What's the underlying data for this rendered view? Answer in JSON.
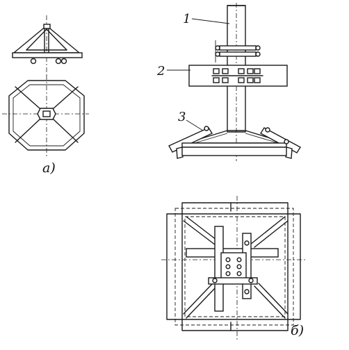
{
  "figure": {
    "panel_a_label": "а)",
    "panel_b_label": "б)",
    "callout_1": "1",
    "callout_2": "2",
    "callout_3": "3"
  }
}
